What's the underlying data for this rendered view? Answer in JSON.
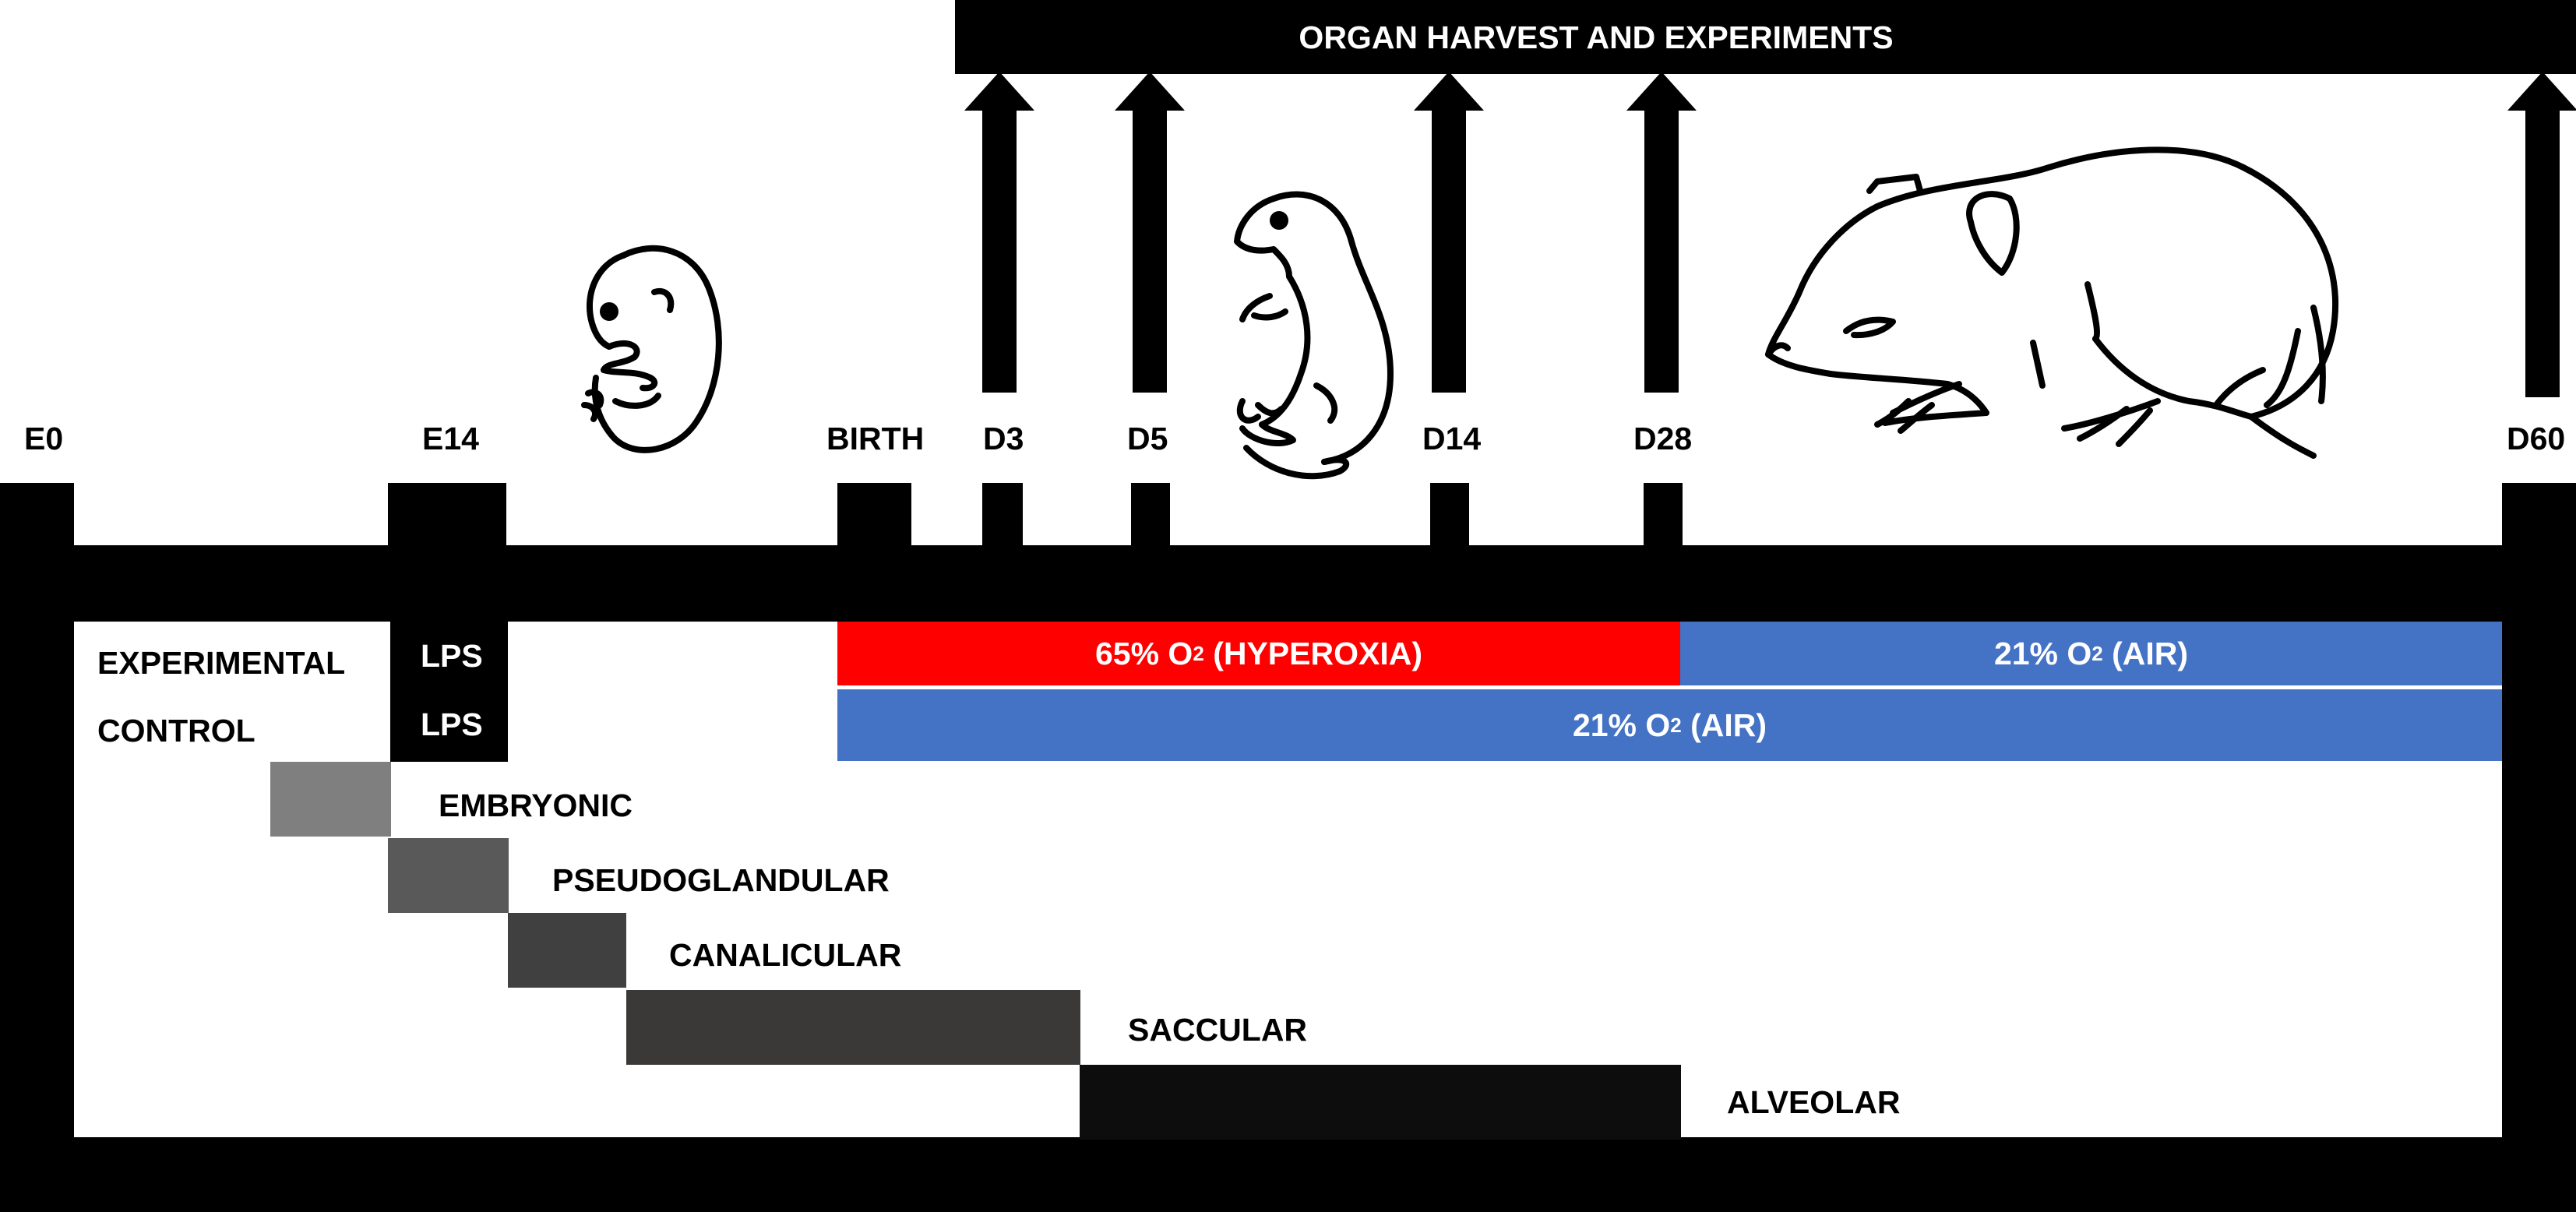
{
  "harvest": {
    "label": "ORGAN HARVEST AND EXPERIMENTS"
  },
  "timepoints": [
    {
      "label": "E0"
    },
    {
      "label": "E14"
    },
    {
      "label": "BIRTH"
    },
    {
      "label": "D3"
    },
    {
      "label": "D5"
    },
    {
      "label": "D14"
    },
    {
      "label": "D28"
    },
    {
      "label": "D60"
    }
  ],
  "groups": {
    "experimental": {
      "label": "EXPERIMENTAL",
      "treatment": "LPS"
    },
    "control": {
      "label": "CONTROL",
      "treatment": "LPS"
    }
  },
  "exposures": {
    "hyperoxia": {
      "pre": "65% O",
      "sub": "2",
      "post": " (HYPEROXIA)",
      "color": "#ff0000"
    },
    "air_experimental": {
      "pre": "21% O",
      "sub": "2",
      "post": " (AIR)",
      "color": "#4472c4"
    },
    "air_control": {
      "pre": "21% O",
      "sub": "2",
      "post": " (AIR)",
      "color": "#4472c4"
    }
  },
  "stages": [
    {
      "label": "EMBRYONIC",
      "color": "#7f7f7f"
    },
    {
      "label": "PSEUDOGLANDULAR",
      "color": "#595959"
    },
    {
      "label": "CANALICULAR",
      "color": "#404040"
    },
    {
      "label": "SACCULAR",
      "color": "#3b3838"
    },
    {
      "label": "ALVEOLAR",
      "color": "#0d0d0d"
    }
  ],
  "icons": [
    "embryo-icon",
    "neonatal-pup-icon",
    "adult-rat-icon",
    "harvest-arrow-icon"
  ]
}
